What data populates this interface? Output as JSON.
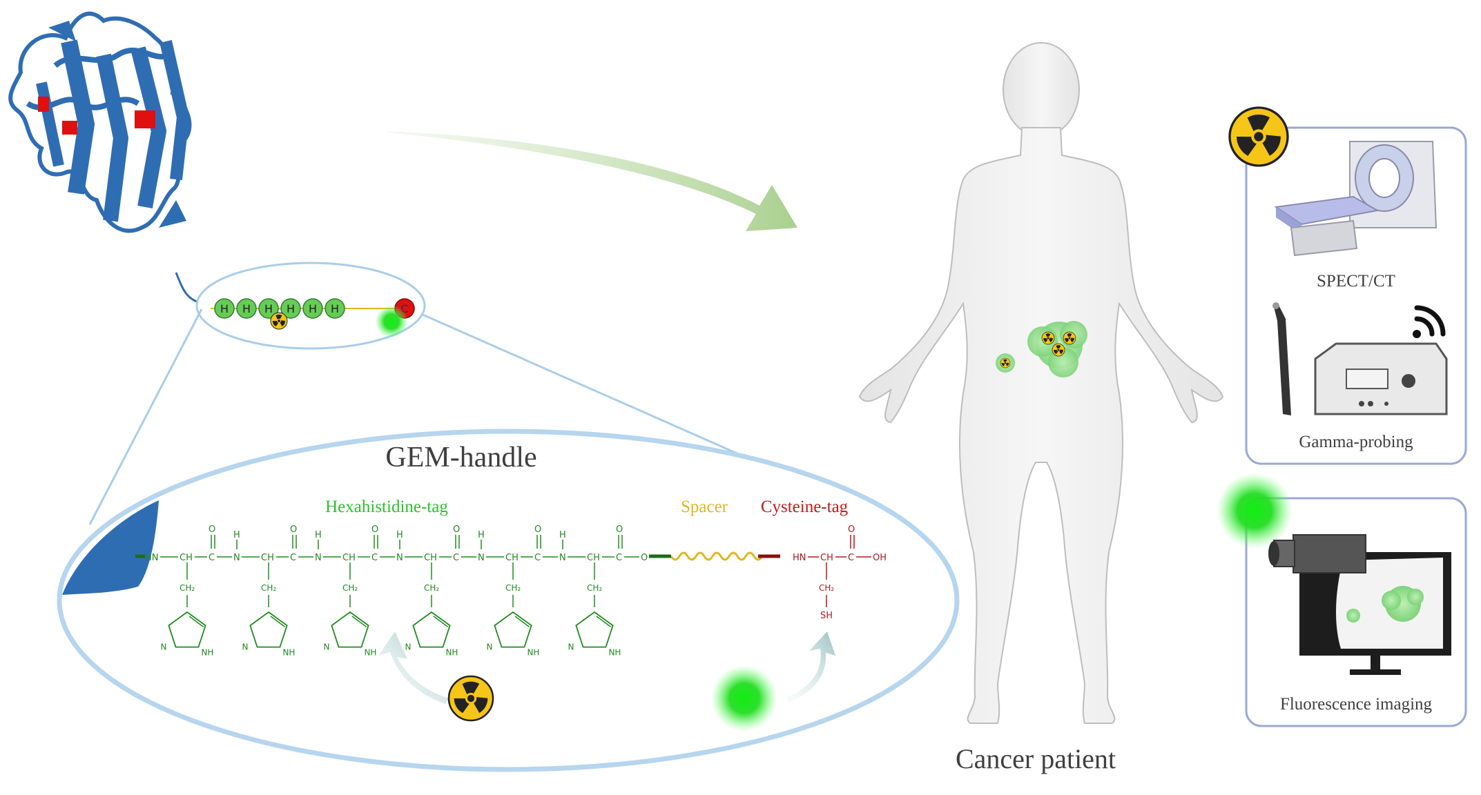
{
  "labels": {
    "gem_handle": "GEM-handle",
    "hexahistidine_tag": "Hexahistidine-tag",
    "spacer": "Spacer",
    "cysteine_tag": "Cysteine-tag",
    "cancer_patient": "Cancer patient",
    "spect_ct": "SPECT/CT",
    "gamma_probing": "Gamma-probing",
    "fluorescence_imaging": "Fluorescence imaging"
  },
  "tag_beads": [
    "H",
    "H",
    "H",
    "H",
    "H",
    "H"
  ],
  "cys_bead": "C",
  "chem": {
    "hn": "HN",
    "nh": "N",
    "h": "H",
    "ch": "CH",
    "c": "C",
    "o": "O",
    "ch2": "CH₂",
    "ring_n": "N",
    "ring_nh": "NH",
    "oh": "OH",
    "sh": "SH"
  },
  "colors": {
    "protein": "#2f6db3",
    "his_green": "#1e8a1e",
    "spacer_yellow": "#e2b51a",
    "cys_red": "#b01818",
    "bead_green": "#66cc55",
    "fluor_green": "#22dd22",
    "lens_blue": "#a9cdea",
    "box_border": "#9aa9d4"
  },
  "icons": {
    "radiation": "radiation-icon",
    "fluorescence": "fluorescence-glow-icon",
    "wifi": "wireless-signal-icon"
  }
}
